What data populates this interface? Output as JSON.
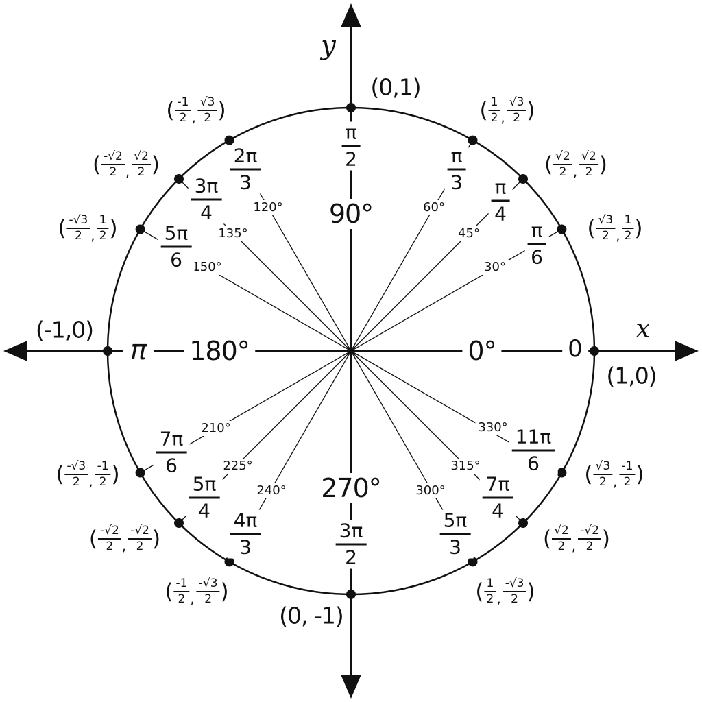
{
  "axis": {
    "x": "x",
    "y": "y"
  },
  "punct": {
    "open": "(",
    "close": ")",
    "comma": ","
  },
  "cardinal": {
    "right": {
      "degree": "0°",
      "radian": "0",
      "coord": "(1,0)"
    },
    "top": {
      "degree": "90°",
      "radian_num": "π",
      "radian_den": "2",
      "coord": "(0,1)"
    },
    "left": {
      "degree": "180°",
      "radian": "π",
      "coord": "(-1,0)"
    },
    "bottom": {
      "degree": "270°",
      "radian_num": "3π",
      "radian_den": "2",
      "coord": "(0, -1)"
    }
  },
  "spokes": [
    {
      "degree": "30°",
      "radian_num": "π",
      "radian_den": "6",
      "x_num": "√3",
      "x_den": "2",
      "y_num": "1",
      "y_den": "2"
    },
    {
      "degree": "45°",
      "radian_num": "π",
      "radian_den": "4",
      "x_num": "√2",
      "x_den": "2",
      "y_num": "√2",
      "y_den": "2"
    },
    {
      "degree": "60°",
      "radian_num": "π",
      "radian_den": "3",
      "x_num": "1",
      "x_den": "2",
      "y_num": "√3",
      "y_den": "2"
    },
    {
      "degree": "120°",
      "radian_num": "2π",
      "radian_den": "3",
      "x_num": "-1",
      "x_den": "2",
      "y_num": "√3",
      "y_den": "2"
    },
    {
      "degree": "135°",
      "radian_num": "3π",
      "radian_den": "4",
      "x_num": "-√2",
      "x_den": "2",
      "y_num": "√2",
      "y_den": "2"
    },
    {
      "degree": "150°",
      "radian_num": "5π",
      "radian_den": "6",
      "x_num": "-√3",
      "x_den": "2",
      "y_num": "1",
      "y_den": "2"
    },
    {
      "degree": "210°",
      "radian_num": "7π",
      "radian_den": "6",
      "x_num": "-√3",
      "x_den": "2",
      "y_num": "-1",
      "y_den": "2"
    },
    {
      "degree": "225°",
      "radian_num": "5π",
      "radian_den": "4",
      "x_num": "-√2",
      "x_den": "2",
      "y_num": "-√2",
      "y_den": "2"
    },
    {
      "degree": "240°",
      "radian_num": "4π",
      "radian_den": "3",
      "x_num": "-1",
      "x_den": "2",
      "y_num": "-√3",
      "y_den": "2"
    },
    {
      "degree": "300°",
      "radian_num": "5π",
      "radian_den": "3",
      "x_num": "1",
      "x_den": "2",
      "y_num": "-√3",
      "y_den": "2"
    },
    {
      "degree": "315°",
      "radian_num": "7π",
      "radian_den": "4",
      "x_num": "√2",
      "x_den": "2",
      "y_num": "-√2",
      "y_den": "2"
    },
    {
      "degree": "330°",
      "radian_num": "11π",
      "radian_den": "6",
      "x_num": "√3",
      "x_den": "2",
      "y_num": "-1",
      "y_den": "2"
    }
  ]
}
